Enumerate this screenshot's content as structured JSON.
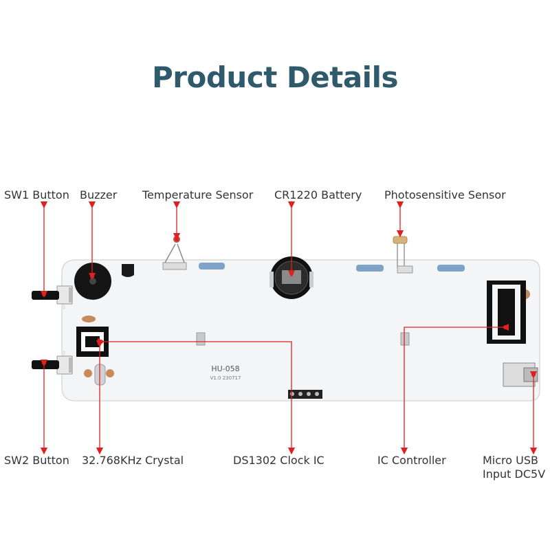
{
  "header": {
    "title": "Product Details"
  },
  "labels": {
    "sw1": "SW1 Button",
    "buzzer": "Buzzer",
    "temperature": "Temperature Sensor",
    "battery": "CR1220 Battery",
    "photo": "Photosensitive Sensor",
    "sw2": "SW2 Button",
    "crystal": "32.768KHz Crystal",
    "clock_ic": "DS1302 Clock IC",
    "ic_controller": "IC Controller",
    "usb_line1": "Micro USB",
    "usb_line2": "Input DC5V"
  },
  "board": {
    "model": "HU-058",
    "version": "V1.0 230717"
  },
  "colors": {
    "title": "#2f5a6b",
    "pointer": "#e02020",
    "board": "#f4f5f7",
    "chip": "#1a1a1a"
  }
}
